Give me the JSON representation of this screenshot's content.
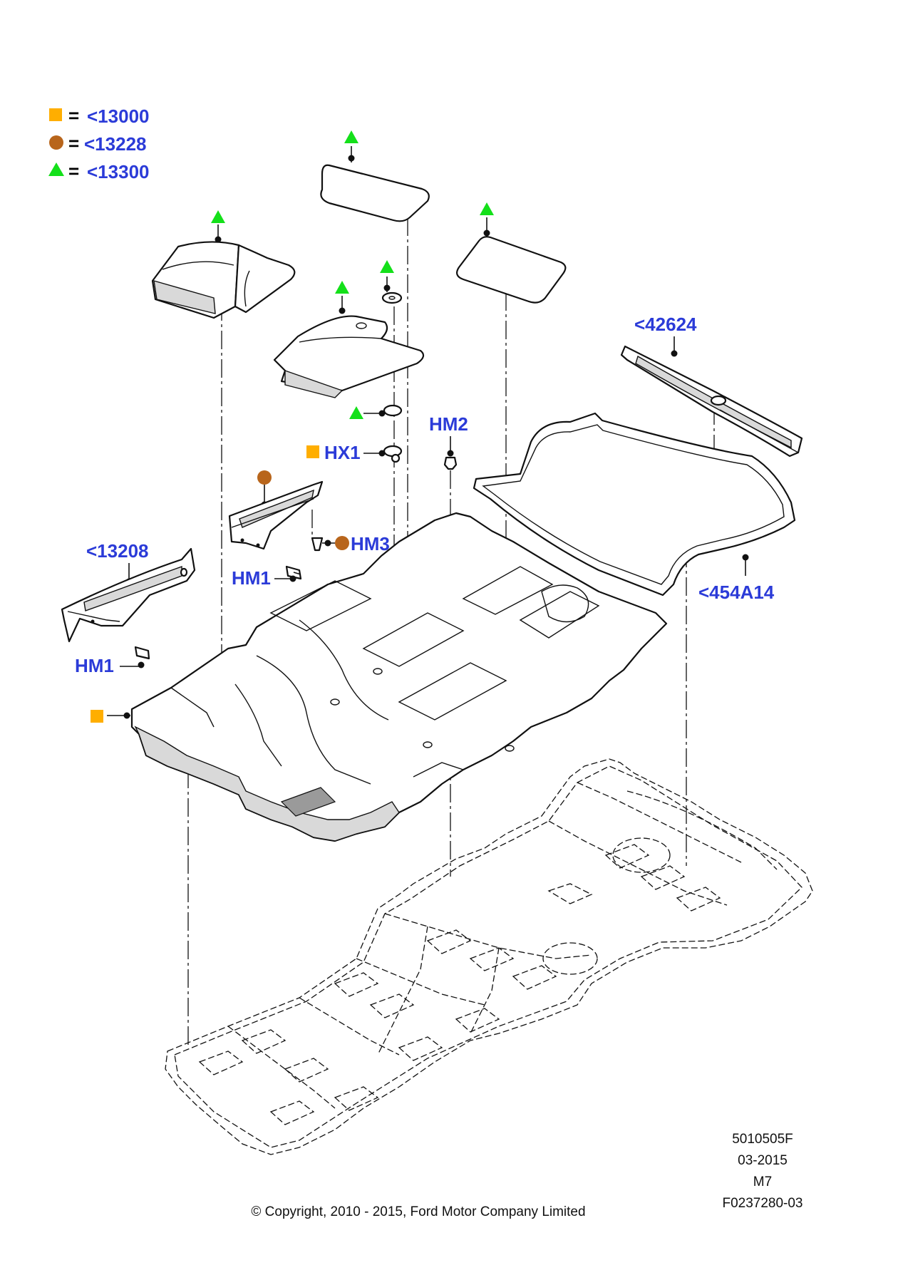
{
  "legend": {
    "items": [
      {
        "symbol": "square",
        "color": "#ffae00",
        "equals": "=",
        "code": "<13000"
      },
      {
        "symbol": "circle",
        "color": "#b8651b",
        "equals": "=",
        "code": "<13228"
      },
      {
        "symbol": "triangle",
        "color": "#14e01a",
        "equals": "=",
        "code": "<13300"
      }
    ]
  },
  "callouts": {
    "c42624": "<42624",
    "hm2": "HM2",
    "hx1": "HX1",
    "hm3": "HM3",
    "c13208": "<13208",
    "hm1_upper": "HM1",
    "hm1_lower": "HM1",
    "c454a14": "<454A14"
  },
  "footer": {
    "ref_code": "5010505F",
    "date": "03-2015",
    "model": "M7",
    "figure_id": "F0237280-03",
    "copyright": "© Copyright, 2010 - 2015, Ford Motor Company Limited"
  },
  "colors": {
    "callout_text": "#2b3bd8",
    "square_marker": "#ffae00",
    "circle_marker": "#b8651b",
    "triangle_marker": "#14e01a"
  }
}
